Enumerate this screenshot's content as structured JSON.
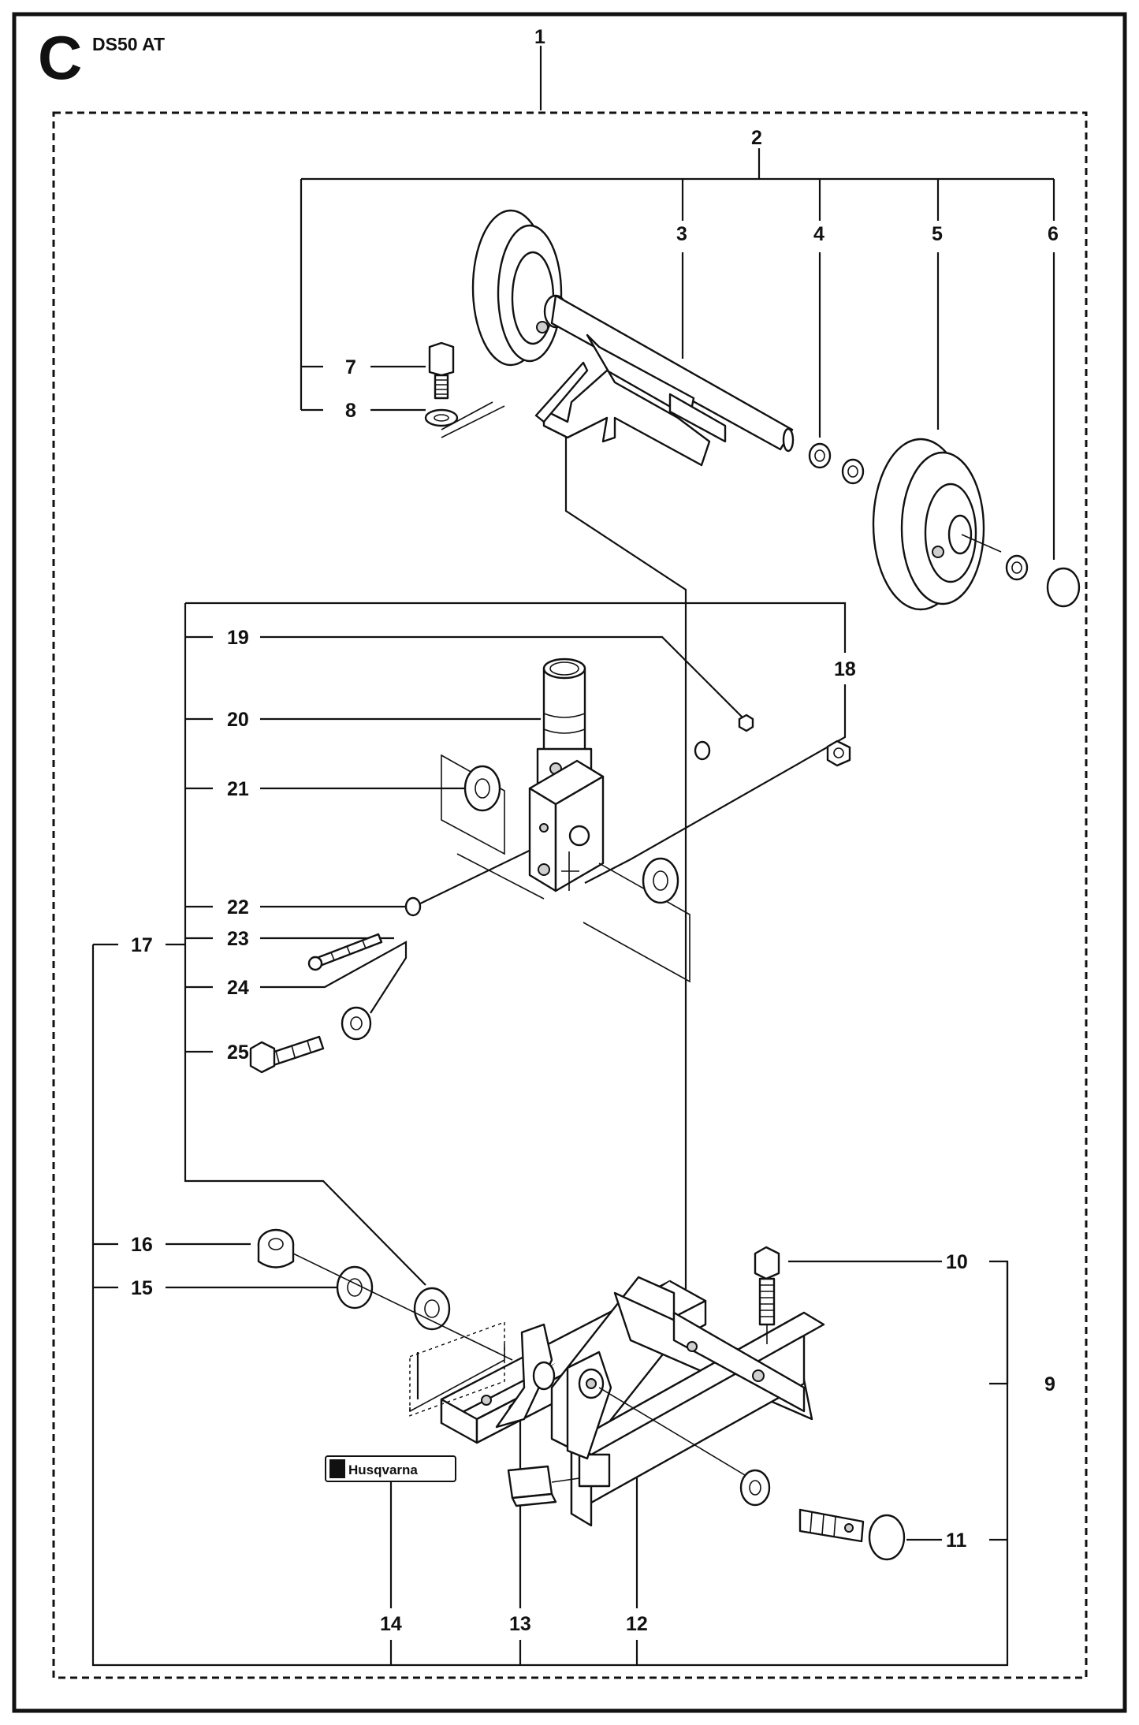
{
  "section": {
    "letter": "C",
    "model": "DS50 AT"
  },
  "brand": {
    "logo_text": "Husqvarna"
  },
  "callouts": [
    {
      "id": "1",
      "label": "1"
    },
    {
      "id": "2",
      "label": "2"
    },
    {
      "id": "3",
      "label": "3"
    },
    {
      "id": "4",
      "label": "4"
    },
    {
      "id": "5",
      "label": "5"
    },
    {
      "id": "6",
      "label": "6"
    },
    {
      "id": "7",
      "label": "7"
    },
    {
      "id": "8",
      "label": "8"
    },
    {
      "id": "9",
      "label": "9"
    },
    {
      "id": "10",
      "label": "10"
    },
    {
      "id": "11",
      "label": "11"
    },
    {
      "id": "12",
      "label": "12"
    },
    {
      "id": "13",
      "label": "13"
    },
    {
      "id": "14",
      "label": "14"
    },
    {
      "id": "15",
      "label": "15"
    },
    {
      "id": "16",
      "label": "16"
    },
    {
      "id": "17",
      "label": "17"
    },
    {
      "id": "18",
      "label": "18"
    },
    {
      "id": "19",
      "label": "19"
    },
    {
      "id": "20",
      "label": "20"
    },
    {
      "id": "21",
      "label": "21"
    },
    {
      "id": "22",
      "label": "22"
    },
    {
      "id": "23",
      "label": "23"
    },
    {
      "id": "24",
      "label": "24"
    },
    {
      "id": "25",
      "label": "25"
    }
  ]
}
